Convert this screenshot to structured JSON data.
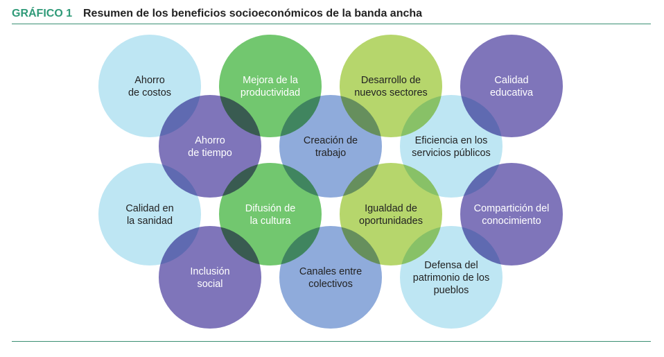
{
  "header": {
    "figure_label": "GRÁFICO 1",
    "title": "Resumen de los beneficios socioeconómicos de la banda ancha"
  },
  "colors": {
    "light_blue": "#bee6f3",
    "green": "#72c76f",
    "lime": "#b6d66c",
    "purple": "#7f75ba",
    "steel_blue": "#8fabdb",
    "rule": "#3a8f72",
    "label_green": "#2f9a78"
  },
  "nodes": [
    {
      "id": "ahorro-costos",
      "color": "light_blue",
      "text_color": "#222222",
      "lines": [
        "Ahorro",
        "de costos"
      ]
    },
    {
      "id": "mejora-productividad",
      "color": "green",
      "text_color": "#ffffff",
      "lines": [
        "Mejora de la",
        "productividad"
      ]
    },
    {
      "id": "desarrollo-sectores",
      "color": "lime",
      "text_color": "#222222",
      "lines": [
        "Desarrollo de",
        "nuevos sectores"
      ]
    },
    {
      "id": "calidad-educativa",
      "color": "purple",
      "text_color": "#ffffff",
      "lines": [
        "Calidad",
        "educativa"
      ]
    },
    {
      "id": "ahorro-tiempo",
      "color": "purple",
      "text_color": "#ffffff",
      "lines": [
        "Ahorro",
        "de tiempo"
      ]
    },
    {
      "id": "creacion-trabajo",
      "color": "steel_blue",
      "text_color": "#222222",
      "lines": [
        "Creación de",
        "trabajo"
      ]
    },
    {
      "id": "eficiencia-servicios",
      "color": "light_blue",
      "text_color": "#222222",
      "lines": [
        "Eficiencia en los",
        "servicios públicos"
      ]
    },
    {
      "id": "calidad-sanidad",
      "color": "light_blue",
      "text_color": "#222222",
      "lines": [
        "Calidad en",
        "la sanidad"
      ]
    },
    {
      "id": "difusion-cultura",
      "color": "green",
      "text_color": "#ffffff",
      "lines": [
        "Difusión de",
        "la cultura"
      ]
    },
    {
      "id": "igualdad-oportunidades",
      "color": "lime",
      "text_color": "#222222",
      "lines": [
        "Igualdad de",
        "oportunidades"
      ]
    },
    {
      "id": "comparticion-conocimiento",
      "color": "purple",
      "text_color": "#ffffff",
      "lines": [
        "Compartición del",
        "conocimiento"
      ]
    },
    {
      "id": "inclusion-social",
      "color": "purple",
      "text_color": "#ffffff",
      "lines": [
        "Inclusión",
        "social"
      ]
    },
    {
      "id": "canales-colectivos",
      "color": "steel_blue",
      "text_color": "#222222",
      "lines": [
        "Canales entre",
        "colectivos"
      ]
    },
    {
      "id": "defensa-patrimonio",
      "color": "light_blue",
      "text_color": "#222222",
      "lines": [
        "Defensa del",
        "patrimonio de los",
        "pueblos"
      ]
    }
  ]
}
